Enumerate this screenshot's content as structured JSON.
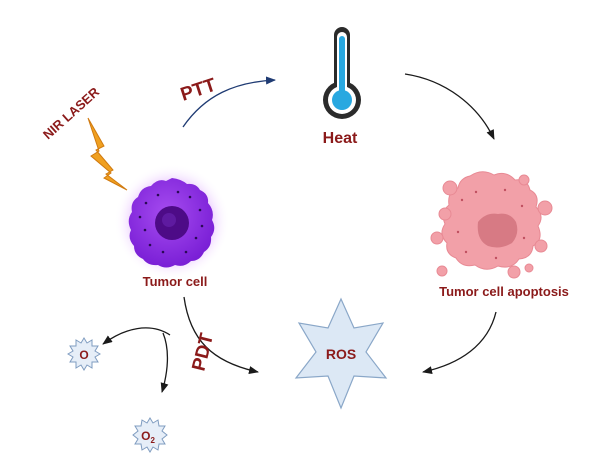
{
  "labels": {
    "nir_laser": "NIR LASER",
    "ptt": "PTT",
    "heat": "Heat",
    "tumor_cell": "Tumor cell",
    "apoptosis": "Tumor cell apoptosis",
    "pdt": "PDT",
    "ros": "ROS",
    "oxygen_atom": "O",
    "oxygen_molecule": "O",
    "oxygen_subscript": "2"
  },
  "colors": {
    "label_red": "#8b1a1a",
    "arrow_blue": "#1f3b73",
    "arrow_black": "#1a1a1a",
    "laser_orange": "#f0a020",
    "tumor_purple": "#8a2be2",
    "apoptosis_pink": "#f2a0a8",
    "ros_fill": "#dce8f5",
    "thermo_blue": "#29a8e0"
  }
}
